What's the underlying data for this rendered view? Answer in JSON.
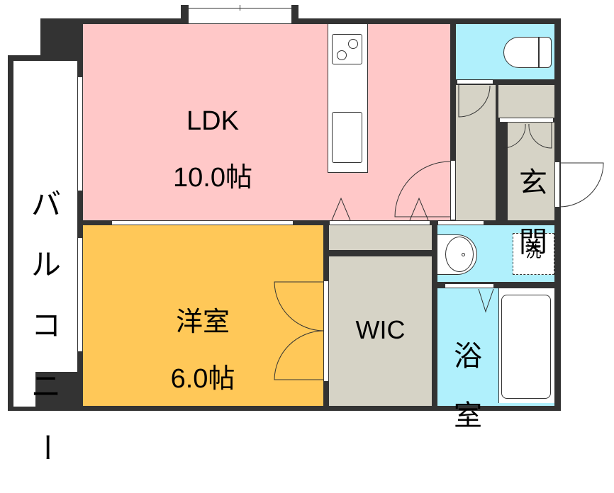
{
  "floor_plan": {
    "rooms": [
      {
        "id": "ldk",
        "name": "LDK",
        "size": "10.0帖",
        "color": "#ffc8c8"
      },
      {
        "id": "western",
        "name": "洋室",
        "size": "6.0帖",
        "color": "#ffc858"
      },
      {
        "id": "wic",
        "name": "WIC",
        "color": "#d6d3c6"
      },
      {
        "id": "entrance",
        "name": "玄関",
        "color": "#d6d3c6"
      },
      {
        "id": "bath",
        "name": "浴室",
        "color": "#b0f0fc"
      },
      {
        "id": "toilet",
        "color": "#b0f0fc"
      },
      {
        "id": "washroom",
        "color": "#b0f0fc"
      },
      {
        "id": "balcony",
        "name": "バルコニー",
        "color": "#ffffff"
      }
    ],
    "fixtures": {
      "washer": "洗"
    },
    "labels": {
      "ldk_line1": "LDK",
      "ldk_line2": "10.0帖",
      "western_line1": "洋室",
      "western_line2": "6.0帖",
      "wic": "WIC",
      "entrance_1": "玄",
      "entrance_2": "関",
      "bath_1": "浴",
      "bath_2": "室",
      "balcony_1": "バ",
      "balcony_2": "ル",
      "balcony_3": "コ",
      "balcony_4": "ニ",
      "balcony_5": "ー",
      "washer": "洗"
    },
    "colors": {
      "wall": "#333333",
      "ldk": "#ffc8c8",
      "western": "#ffc858",
      "wet_area": "#b0f0fc",
      "storage": "#d6d3c6"
    }
  }
}
